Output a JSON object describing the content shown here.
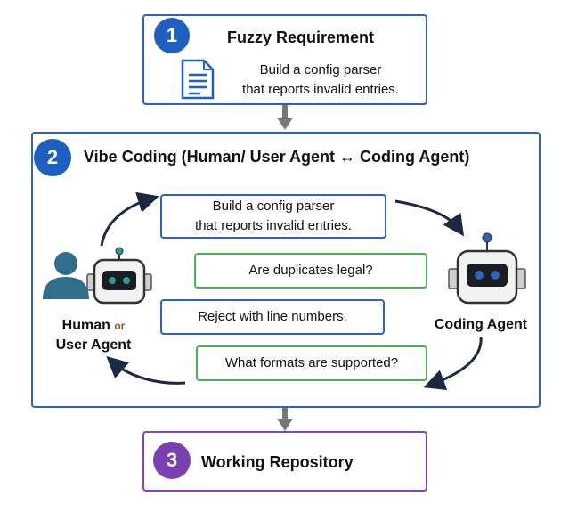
{
  "steps": [
    {
      "number": "1",
      "title": "Fuzzy Requirement",
      "text_line1": "Build a config parser",
      "text_line2": "that reports invalid entries."
    },
    {
      "number": "2",
      "title": "Vibe Coding (Human/ User Agent ↔ Coding Agent)"
    },
    {
      "number": "3",
      "title": "Working Repository"
    }
  ],
  "dialogue": {
    "user_msg_1_line1": "Build a config parser",
    "user_msg_1_line2": "that reports invalid entries.",
    "agent_msg_1": "Are duplicates legal?",
    "user_msg_2": "Reject with line numbers.",
    "agent_msg_2": "What formats are supported?"
  },
  "actors": {
    "left_line1a": "Human",
    "left_or": "or",
    "left_line2": "User Agent",
    "right": "Coding Agent"
  },
  "colors": {
    "step_blue": "#1f5fbf",
    "step_purple": "#7a3fb0",
    "box_border_blue": "#2d63b8",
    "box_border_purple": "#8e44ad",
    "msg_green": "#4caf50",
    "arrow_gray": "#777777",
    "arrow_dark": "#1a2a44",
    "human_teal": "#2f6f8c"
  },
  "icons": [
    "document-icon",
    "human-icon",
    "robot-icon",
    "gray-arrow-down",
    "cycle-arrow"
  ]
}
